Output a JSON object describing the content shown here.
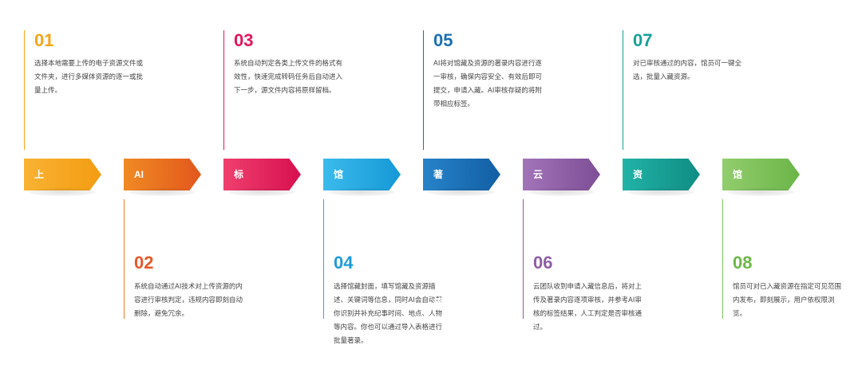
{
  "steps": [
    {
      "num": "01",
      "label": "上传资源",
      "color": "#f6a51a",
      "desc": "选择本地需要上传的电子资源文件或文件夹，进行多媒体资源的逐一或批量上传。"
    },
    {
      "num": "02",
      "label": "AI审核",
      "color": "#ef7a22",
      "desc": "系统自动通过AI技术对上传资源的内容进行审核判定，违规内容即刻自动删除，避免冗余。"
    },
    {
      "num": "03",
      "label": "标准转码",
      "color": "#e3165b",
      "desc": "系统自动判定各类上传文件的格式有效性，快速完成转码任务后自动进入下一步，源文件内容将原样留档。"
    },
    {
      "num": "04",
      "label": "馆藏著录",
      "color": "#29abe2",
      "desc": "选择馆藏封面，填写馆藏及资源描述、关键词等信息，同时AI会自动帮你识别并补充纪事时间、地点、人物等内容。你也可以通过导入表格进行批量著录。"
    },
    {
      "num": "05",
      "label": "著录AI审核",
      "color": "#1a6fb5",
      "desc": "AI将对馆藏及资源的著录内容进行逐一审核，确保内容安全、有效后即可提交，申请入藏。AI审核存疑的将附带相应标签。"
    },
    {
      "num": "06",
      "label": "云团队审核",
      "color": "#8e5ea2",
      "desc": "云团队收到申请入藏信息后，将对上传及著录内容逐项审核，并参考AI审核的标签结果，人工判定是否审核通过。"
    },
    {
      "num": "07",
      "label": "资源入藏",
      "color": "#16a096",
      "desc": "对已审核通过的内容，馆员可一键全选，批量入藏资源。"
    },
    {
      "num": "08",
      "label": "馆藏发布",
      "color": "#7cc15a",
      "desc": "馆员可对已入藏资源在指定可见范围内发布，即刻展示，用户依权限浏览。"
    }
  ]
}
